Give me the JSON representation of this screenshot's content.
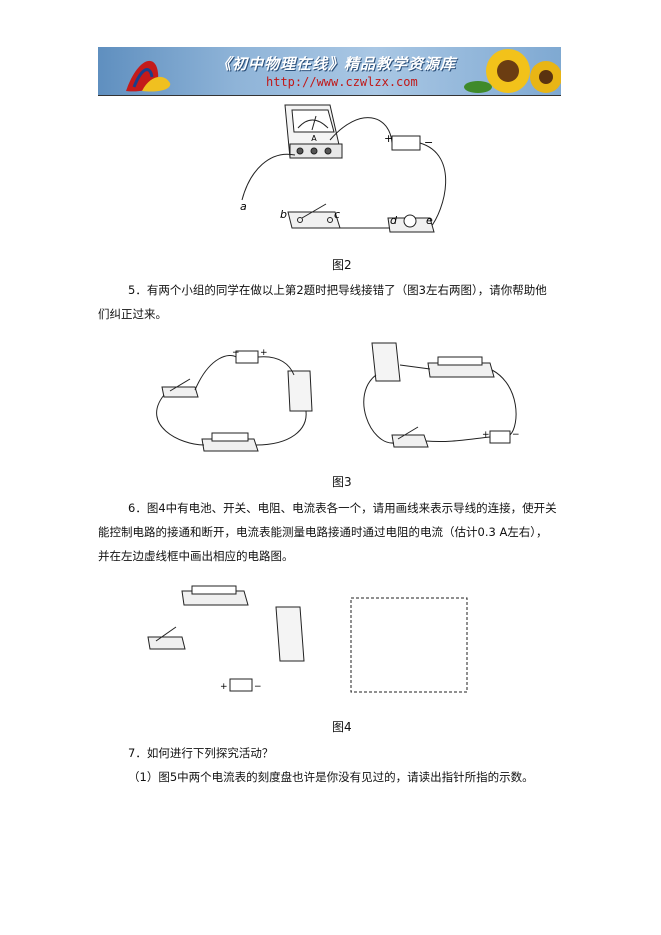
{
  "header": {
    "title": "《初中物理在线》精品教学资源库",
    "url": "http://www.czwlzx.com"
  },
  "figures": {
    "fig2": {
      "caption": "图2",
      "labels": {
        "a": "a",
        "b": "b",
        "c": "c",
        "d": "d",
        "e": "e",
        "plus": "+",
        "minus": "−",
        "ammeter": "A"
      }
    },
    "fig3": {
      "caption": "图3",
      "plus": "+",
      "minus": "−"
    },
    "fig4": {
      "caption": "图4",
      "plus": "+",
      "minus": "−"
    }
  },
  "questions": {
    "q5": {
      "line1": "5．有两个小组的同学在做以上第2题时把导线接错了（图3左右两图），请你帮助他",
      "line2": "们纠正过来。"
    },
    "q6": {
      "line1": "6．图4中有电池、开关、电阻、电流表各一个，请用画线来表示导线的连接，使开关",
      "line2": "能控制电路的接通和断开，电流表能测量电路接通时通过电阻的电流（估计0.3 A左右），",
      "line3": "并在左边虚线框中画出相应的电路图。"
    },
    "q7": {
      "line1": "7．如何进行下列探究活动？",
      "sub1": "（1）图5中两个电流表的刻度盘也许是你没有见过的，请读出指针所指的示数。"
    }
  }
}
